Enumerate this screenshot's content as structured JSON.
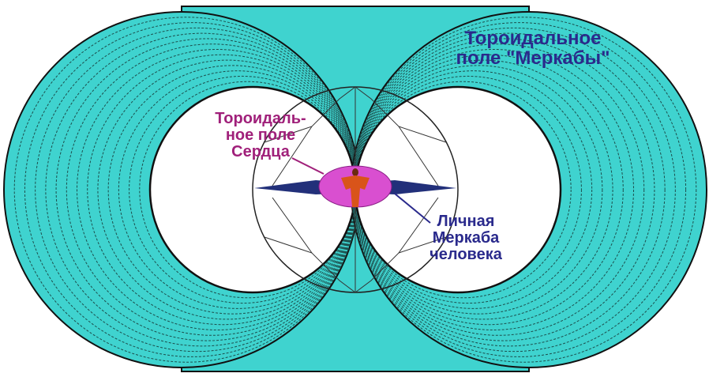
{
  "labels": {
    "merkaba_field": [
      "Тороидальное",
      "поле \"Меркабы\""
    ],
    "heart_field": [
      "Тороидаль-",
      "ное поле",
      "Сердца"
    ],
    "personal_merkaba": [
      "Личная",
      "Меркаба",
      "человека"
    ]
  },
  "colors": {
    "torus_fill": "#3fd3cf",
    "heart_field": "#d94fd0",
    "merkaba_band": "#22307a",
    "merkaba_label": "#2a2a8c",
    "heart_label": "#a0207a"
  }
}
